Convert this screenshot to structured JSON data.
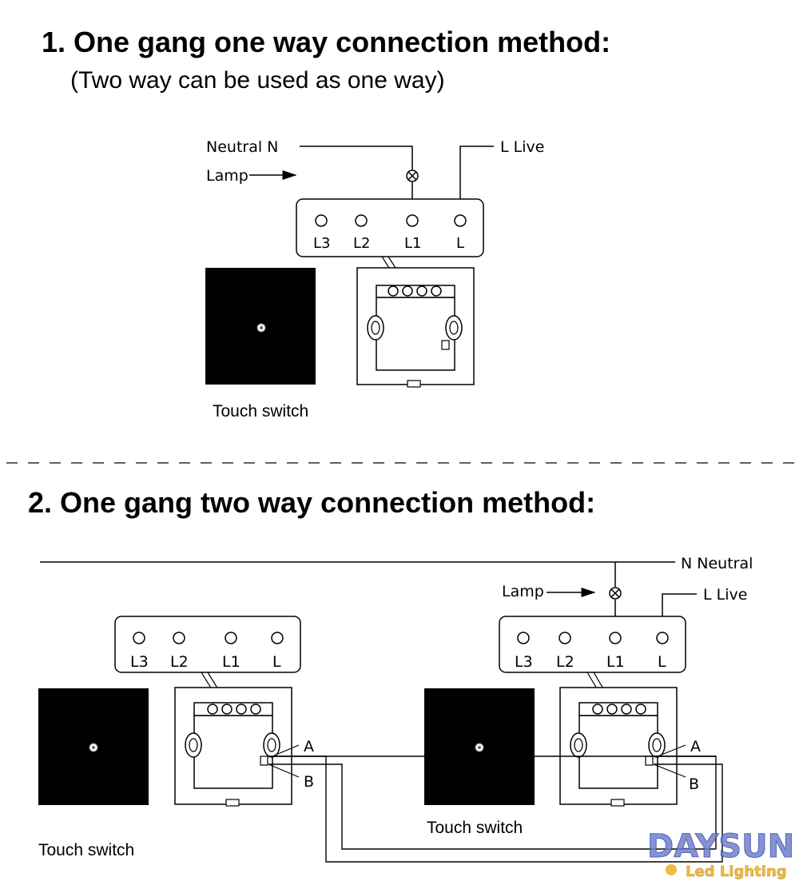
{
  "section1": {
    "title": "1. One gang one way connection method:",
    "subtitle": "(Two way can be used as one way)",
    "neutral_label": "Neutral  N",
    "live_label": "L  Live",
    "lamp_label": "Lamp",
    "terminals": [
      "L3",
      "L2",
      "L1",
      "L"
    ],
    "caption": "Touch switch"
  },
  "section2": {
    "title": "2. One gang two way connection method:",
    "neutral_label": "N  Neutral",
    "live_label": "L  Live",
    "lamp_label": "Lamp",
    "left_terminals": [
      "L3",
      "L2",
      "L1",
      "L"
    ],
    "right_terminals": [
      "L3",
      "L2",
      "L1",
      "L"
    ],
    "point_a": "A",
    "point_b": "B",
    "caption_left": "Touch switch",
    "caption_right": "Touch switch"
  },
  "logo": {
    "name": "DAYSUN",
    "tagline": "Led Lighting",
    "color": "#6f7fd0",
    "tagline_color": "#f0b020"
  }
}
